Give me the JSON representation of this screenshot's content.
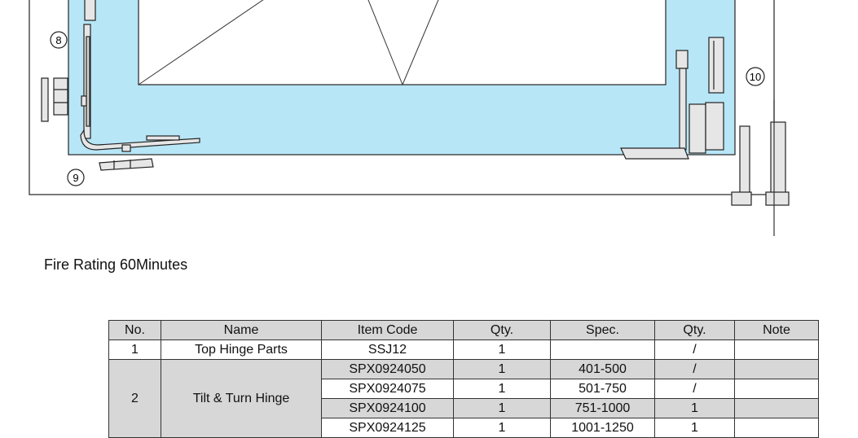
{
  "callouts": [
    "8",
    "9",
    "10"
  ],
  "fire_rating": "Fire Rating 60Minutes",
  "table": {
    "headers": [
      "No.",
      "Name",
      "Item Code",
      "Qty.",
      "Spec.",
      "Qty.",
      "Note"
    ],
    "row1": {
      "no": "1",
      "name": "Top Hinge Parts",
      "code": "SSJ12",
      "qty": "1",
      "spec": "",
      "qty2": "/",
      "note": ""
    },
    "group2": {
      "no": "2",
      "name": "Tilt & Turn Hinge",
      "rows": [
        {
          "code": "SPX0924050",
          "qty": "1",
          "spec": "401-500",
          "qty2": "/"
        },
        {
          "code": "SPX0924075",
          "qty": "1",
          "spec": "501-750",
          "qty2": "/"
        },
        {
          "code": "SPX0924100",
          "qty": "1",
          "spec": "751-1000",
          "qty2": "1"
        },
        {
          "code": "SPX0924125",
          "qty": "1",
          "spec": "1001-1250",
          "qty2": "1"
        }
      ]
    }
  }
}
